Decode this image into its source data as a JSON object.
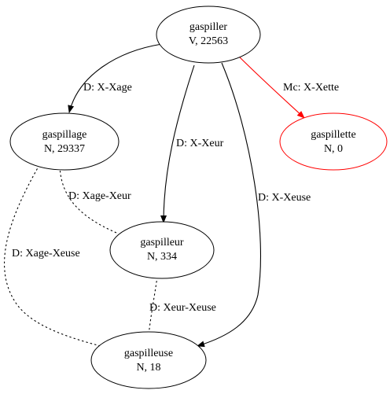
{
  "colors": {
    "default": "#000000",
    "highlight": "#ff0000"
  },
  "nodes": {
    "gaspiller": {
      "word": "gaspiller",
      "info": "V, 22563",
      "color": "#000000"
    },
    "gaspillage": {
      "word": "gaspillage",
      "info": "N, 29337",
      "color": "#000000"
    },
    "gaspillette": {
      "word": "gaspillette",
      "info": "N, 0",
      "color": "#ff0000"
    },
    "gaspilleur": {
      "word": "gaspilleur",
      "info": "N, 334",
      "color": "#000000"
    },
    "gaspilleuse": {
      "word": "gaspilleuse",
      "info": "N, 18",
      "color": "#000000"
    }
  },
  "edges": {
    "e1": {
      "from": "gaspiller",
      "to": "gaspillage",
      "label": "D: X-Xage",
      "style": "solid",
      "color": "#000000"
    },
    "e2": {
      "from": "gaspiller",
      "to": "gaspilleur",
      "label": "D: X-Xeur",
      "style": "solid",
      "color": "#000000"
    },
    "e3": {
      "from": "gaspiller",
      "to": "gaspilleuse",
      "label": "D: X-Xeuse",
      "style": "solid",
      "color": "#000000"
    },
    "e4": {
      "from": "gaspiller",
      "to": "gaspillette",
      "label": "Mc: X-Xette",
      "style": "solid",
      "color": "#ff0000"
    },
    "e5": {
      "from": "gaspillage",
      "to": "gaspilleur",
      "label": "D: Xage-Xeur",
      "style": "dotted",
      "color": "#000000"
    },
    "e6": {
      "from": "gaspillage",
      "to": "gaspilleuse",
      "label": "D: Xage-Xeuse",
      "style": "dotted",
      "color": "#000000"
    },
    "e7": {
      "from": "gaspilleur",
      "to": "gaspilleuse",
      "label": "D: Xeur-Xeuse",
      "style": "dotted",
      "color": "#000000"
    }
  }
}
